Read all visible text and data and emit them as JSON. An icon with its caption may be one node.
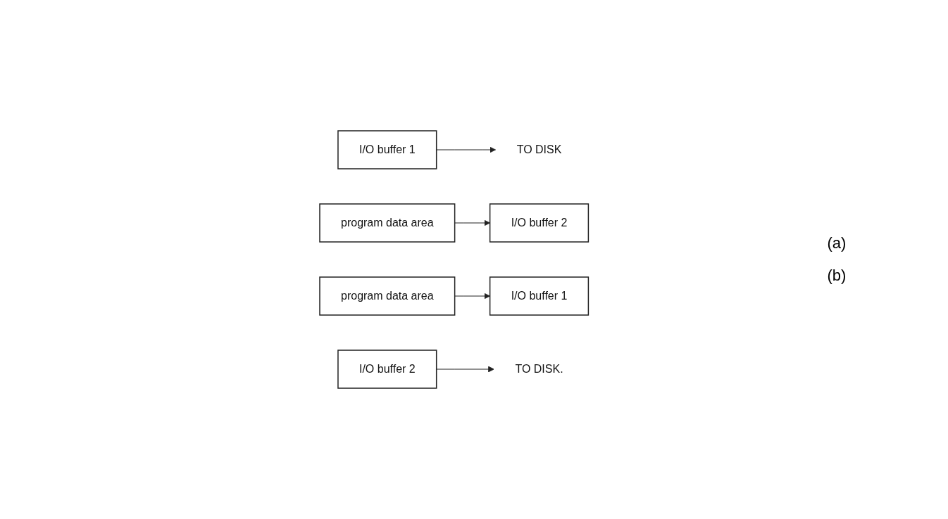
{
  "diagram": {
    "nodes": [
      {
        "text": [
          "I/O buffer 1"
        ]
      },
      {
        "text": [
          "TO DISK"
        ]
      },
      {
        "text": [
          "program data area"
        ]
      },
      {
        "text": [
          "I/O buffer 2"
        ]
      },
      {
        "text": [
          "I/O buffer 1"
        ]
      },
      {
        "text": [
          "program data area"
        ]
      },
      {
        "text": [
          "I/O buffer 2"
        ]
      },
      {
        "text": [
          "TO DISK."
        ]
      }
    ],
    "edges": [
      {
        "from": 0,
        "to": 1,
        "arrow": "to"
      },
      {
        "from": 2,
        "to": 3,
        "arrow": "to"
      },
      {
        "from": 5,
        "to": 4,
        "arrow": "to"
      },
      {
        "from": 6,
        "to": 7,
        "arrow": "to"
      }
    ],
    "labels": [
      "(a)",
      "(b)"
    ]
  }
}
